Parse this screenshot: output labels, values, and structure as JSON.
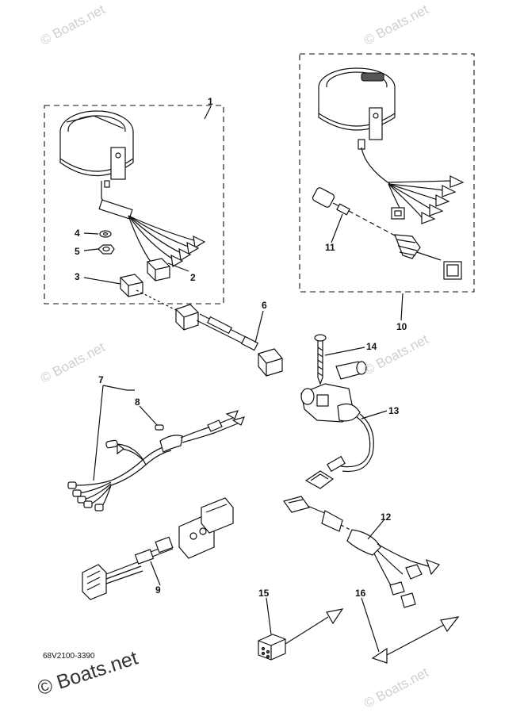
{
  "diagram_code": "68V2100-3390",
  "watermark": "© Boats.net",
  "callouts": [
    {
      "id": "1",
      "label": "1"
    },
    {
      "id": "2",
      "label": "2"
    },
    {
      "id": "3",
      "label": "3"
    },
    {
      "id": "4",
      "label": "4"
    },
    {
      "id": "5",
      "label": "5"
    },
    {
      "id": "6",
      "label": "6"
    },
    {
      "id": "7",
      "label": "7"
    },
    {
      "id": "8",
      "label": "8"
    },
    {
      "id": "9",
      "label": "9"
    },
    {
      "id": "10",
      "label": "10"
    },
    {
      "id": "11",
      "label": "11"
    },
    {
      "id": "12",
      "label": "12"
    },
    {
      "id": "13",
      "label": "13"
    },
    {
      "id": "14",
      "label": "14"
    },
    {
      "id": "15",
      "label": "15"
    },
    {
      "id": "16",
      "label": "16"
    }
  ]
}
